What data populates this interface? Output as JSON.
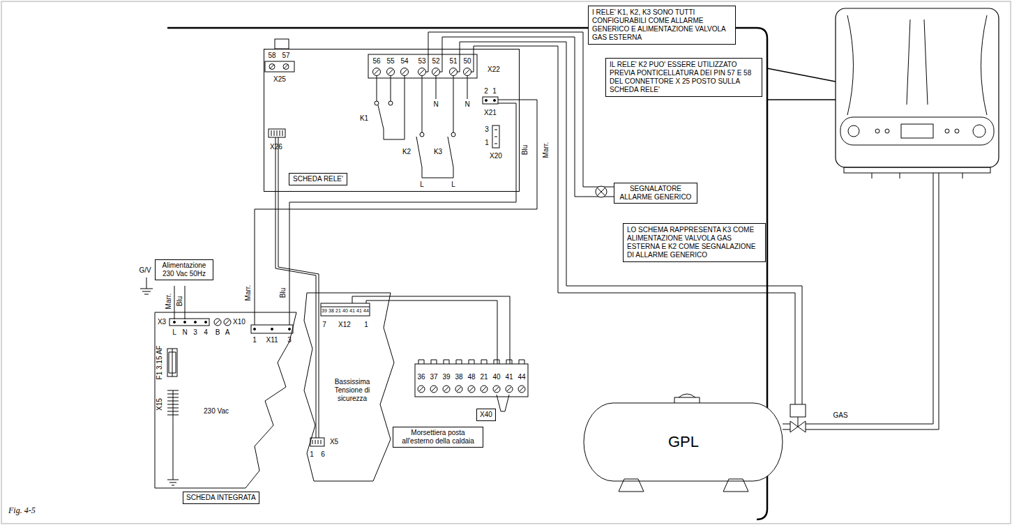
{
  "diagram": {
    "caption": "Fig. 4-5",
    "nodes": [
      {
        "text": [
          "I RELE' K1, K2, K3 SONO TUTTI CONFIGURABILI COME ALLARME GENERICO E ALIMENTAZIONE VALVOLA GAS ESTERNA"
        ]
      },
      {
        "text": [
          "IL RELE' K2 PUO' ESSERE UTILIZZATO PREVIA PONTICELLATURA DEI PIN 57 E 58 DEL CONNETTORE X 25 POSTO SULLA SCHEDA RELE'"
        ]
      },
      {
        "text": [
          "LO SCHEMA RAPPRESENTA K3 COME ALIMENTAZIONE VALVOLA GAS ESTERNA E K2 COME SEGNALAZIONE DI ALLARME GENERICO"
        ]
      },
      {
        "text": [
          "SCHEDA RELE'"
        ]
      },
      {
        "text": [
          "SEGNALATORE ALLARME GENERICO"
        ]
      },
      {
        "text": [
          "Alimentazione 230 Vac 50Hz"
        ]
      },
      {
        "text": [
          "SCHEDA INTEGRATA"
        ]
      },
      {
        "text": [
          "Morsettiera posta all'esterno della caldaia"
        ]
      },
      {
        "text": [
          "X40"
        ]
      },
      {
        "text": [
          "GPL"
        ]
      }
    ],
    "edges": [
      {
        "from": 3,
        "to": 4,
        "arrow": "none"
      },
      {
        "from": 3,
        "to": 4,
        "arrow": "none"
      },
      {
        "from": 3,
        "to": 9,
        "arrow": "none"
      },
      {
        "from": 3,
        "to": 9,
        "arrow": "none"
      }
    ],
    "labels": [
      "58",
      "57",
      "X25",
      "56",
      "55",
      "54",
      "53",
      "52",
      "51",
      "50",
      "X22",
      "2",
      "1",
      "X21",
      "K1",
      "N",
      "N",
      "K2",
      "K3",
      "L",
      "L",
      "3",
      "1",
      "X20",
      "X26",
      "Blu",
      "Marr.",
      "G/V",
      "Marr.",
      "Blu",
      "X3",
      "L",
      "N",
      "3",
      "4",
      "B",
      "A",
      "X10",
      "F1 3.15 AF",
      "X15",
      "230 Vac",
      "Marr.",
      "Blu",
      "1",
      "X11",
      "3",
      "Bassissima Tensione di sicurezza",
      "X5",
      "1",
      "6",
      "39",
      "38",
      "21",
      "40",
      "41",
      "41",
      "44",
      "7",
      "X12",
      "1",
      "36",
      "37",
      "39",
      "38",
      "48",
      "21",
      "40",
      "41",
      "44",
      "GAS"
    ]
  }
}
